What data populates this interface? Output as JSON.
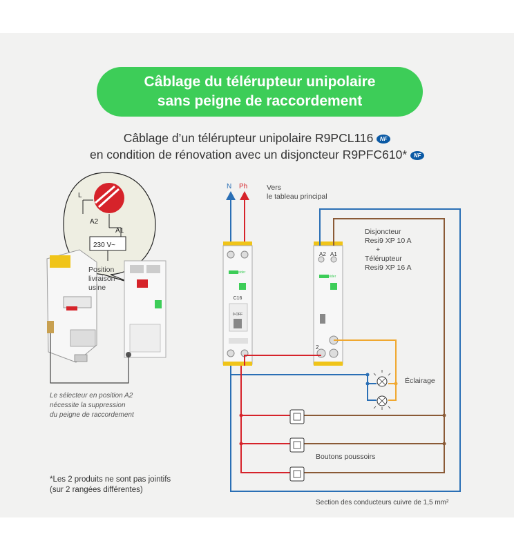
{
  "title": {
    "line1": "Câblage du télérupteur unipolaire",
    "line2": "sans peigne de raccordement"
  },
  "subtitle": {
    "line1": "Câblage d’un télérupteur unipolaire R9PCL116",
    "line2": "en condition de rénovation avec un disjoncteur R9PFC610*",
    "nf_badge": "NF"
  },
  "callout": {
    "terminal_l": "L",
    "terminal_a2": "A2",
    "terminal_a1": "A1",
    "voltage": "230 V~"
  },
  "position_label": [
    "Position",
    "livraison",
    "usine"
  ],
  "selector_note": [
    "Le sélecteur en position A2",
    "nécessite la suppression",
    "du peigne de raccordement"
  ],
  "footnote": [
    "*Les 2 produits ne sont pas jointifs",
    "(sur 2 rangées différentes)"
  ],
  "supply": {
    "n": "N",
    "ph": "Ph",
    "to_panel": [
      "Vers",
      "le tableau principal"
    ]
  },
  "devices_label": {
    "breaker": [
      "Disjoncteur",
      "Resi9 XP 10 A"
    ],
    "plus": "+",
    "relay": [
      "Télérupteur",
      "Resi9 XP 16 A"
    ]
  },
  "breaker_face": {
    "brand": "Schneider",
    "rating": "C16",
    "off": "0-OFF"
  },
  "relay_face": {
    "brand": "Schneider",
    "a2": "A2",
    "a1": "A1",
    "terminal_2": "2"
  },
  "lighting_label": "Éclairage",
  "pushbuttons_label": "Boutons poussoirs",
  "section_note": "Section des conducteurs cuivre de 1,5 mm²",
  "colors": {
    "green": "#3dcd58",
    "neutral_blue": "#2a6fb5",
    "phase_red": "#d6232a",
    "return_brown": "#8a5a36",
    "lamp_orange": "#f0a830"
  }
}
